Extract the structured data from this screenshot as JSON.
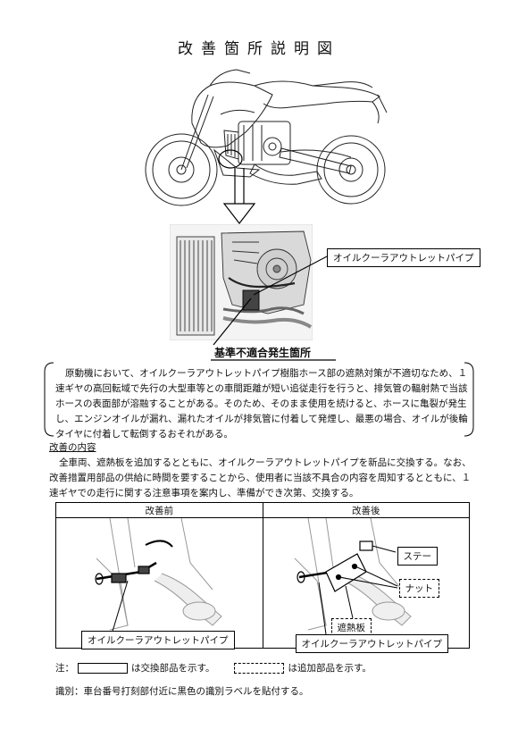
{
  "title": "改善箇所説明図",
  "callout_pipe_top": "オイルクーラアウトレットパイプ",
  "origin_label": "基準不適合発生箇所",
  "description": "原動機において、オイルクーラアウトレットパイプ樹脂ホース部の遮熱対策が不適切なため、１速ギヤの高回転域で先行の大型車等との車間距離が短い追従走行を行うと、排気管の輻射熱で当該ホースの表面部が溶融することがある。そのため、そのまま使用を続けると、ホースに亀裂が発生し、エンジンオイルが漏れ、漏れたオイルが排気管に付着して発煙し、最悪の場合、オイルが後輪タイヤに付着して転倒するおそれがある。",
  "improvement": {
    "heading": "改善の内容",
    "body": "全車両、遮熱板を追加するとともに、オイルクーラアウトレットパイプを新品に交換する。なお、改善措置用部品の供給に時間を要することから、使用者に当該不具合の内容を周知するとともに、１速ギヤでの走行に関する注意事項を案内し、準備ができ次第、交換する。"
  },
  "comparison": {
    "before": {
      "header": "改善前",
      "label_pipe": "オイルクーラアウトレットパイプ"
    },
    "after": {
      "header": "改善後",
      "label_stay": "ステー",
      "label_nut": "ナット",
      "label_shield": "遮熱板",
      "label_pipe": "オイルクーラアウトレットパイプ"
    }
  },
  "notes": {
    "prefix": "注：",
    "solid_text": "は交換部品を示す。",
    "dashed_text": "は追加部品を示す。"
  },
  "identification": "識別：車台番号打刻部付近に黒色の識別ラベルを貼付する。"
}
